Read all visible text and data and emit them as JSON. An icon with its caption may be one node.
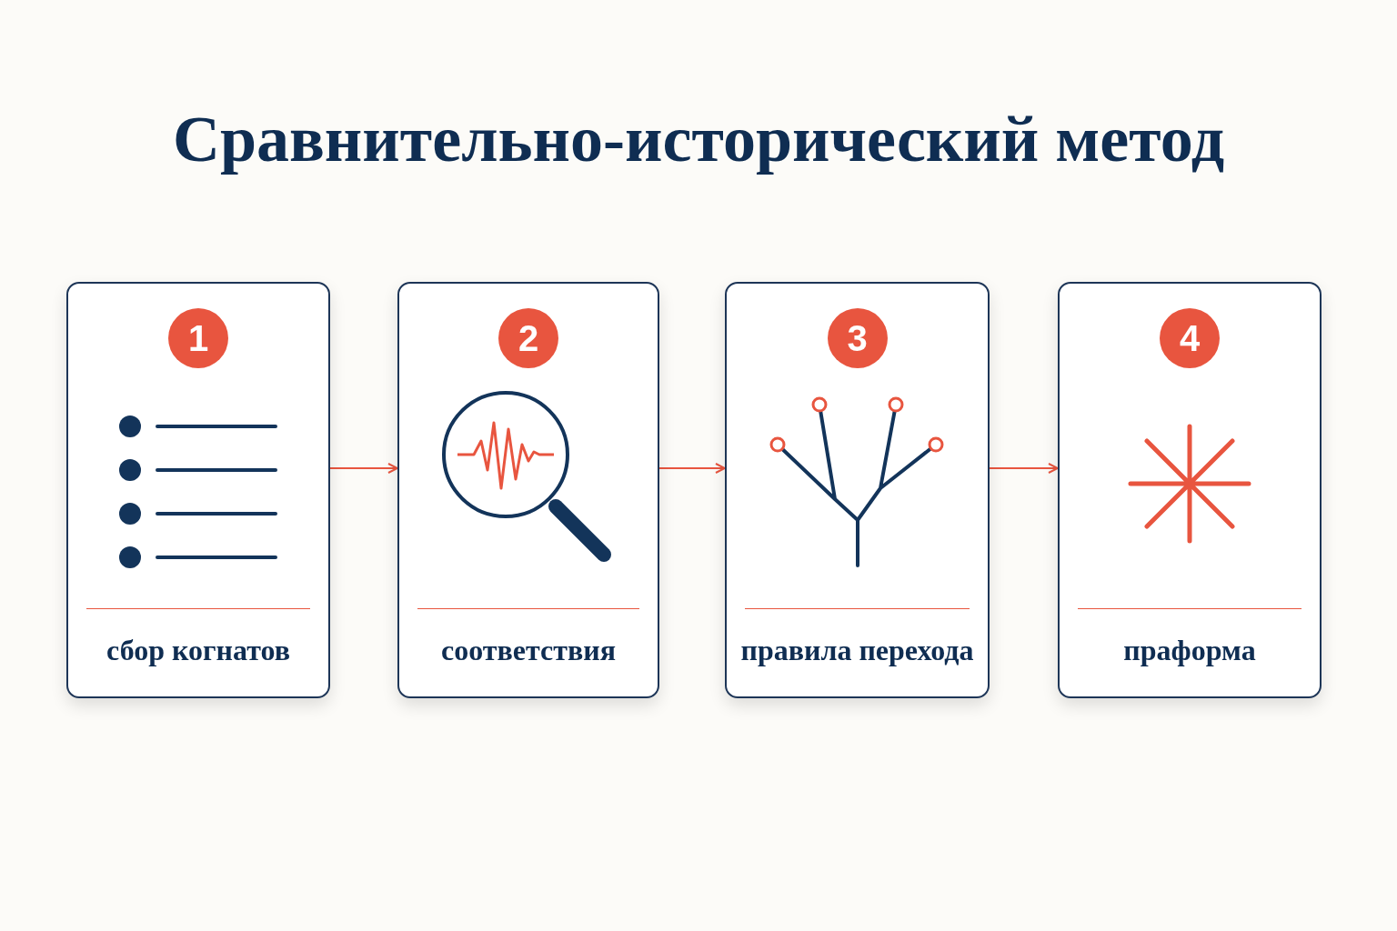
{
  "diagram": {
    "title": "Сравнительно-исторический метод",
    "nodes": [
      {
        "text": [
          "1",
          "сбор когнатов"
        ]
      },
      {
        "text": [
          "2",
          "соответствия"
        ]
      },
      {
        "text": [
          "3",
          "правила перехода"
        ]
      },
      {
        "text": [
          "4",
          "праформа"
        ]
      }
    ],
    "edges": [
      {
        "from": 0,
        "to": 1,
        "arrow": "to"
      },
      {
        "from": 1,
        "to": 2,
        "arrow": "to"
      },
      {
        "from": 2,
        "to": 3,
        "arrow": "to"
      }
    ]
  }
}
